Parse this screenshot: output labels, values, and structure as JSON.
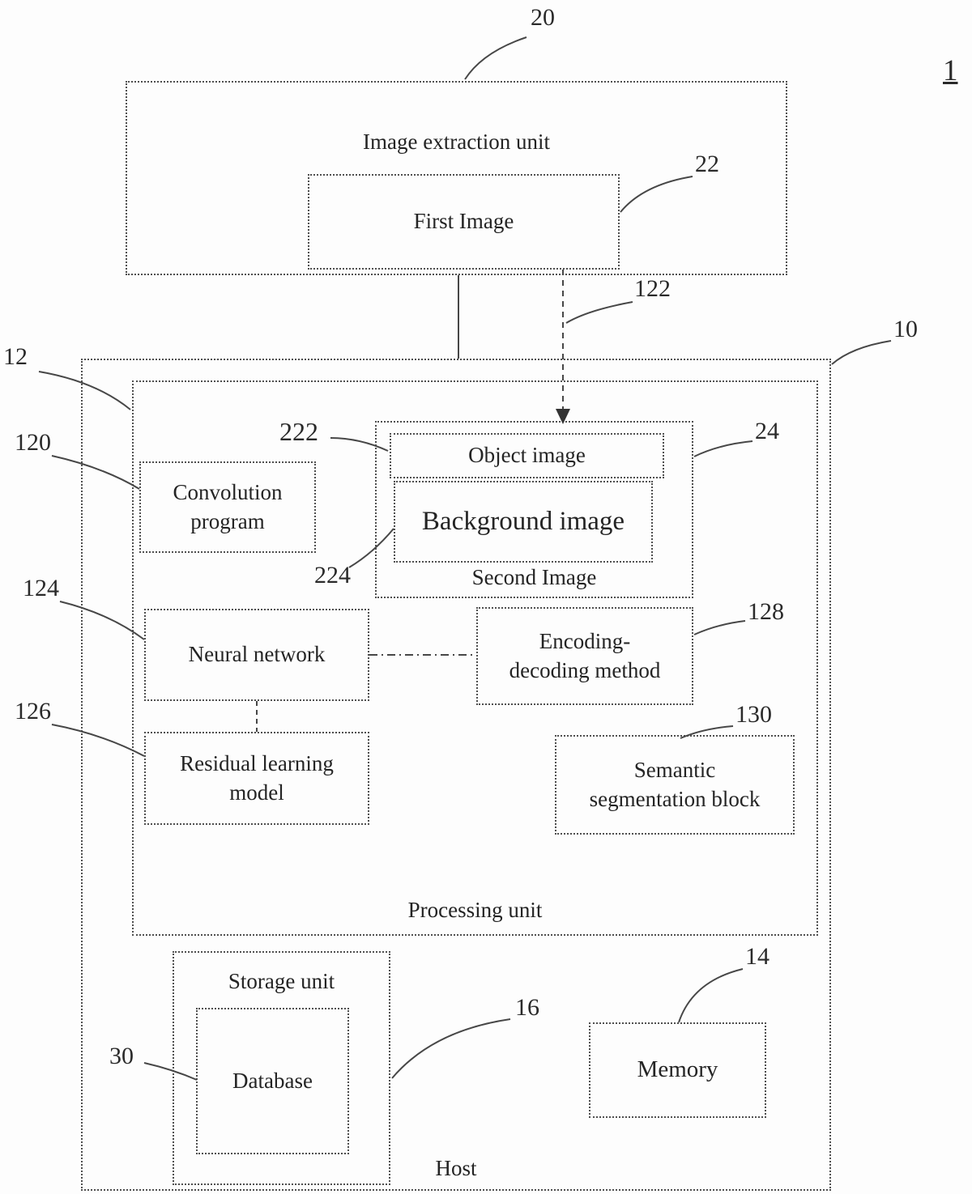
{
  "figure": {
    "number": "1",
    "host_label": "Host",
    "processing_label": "Processing unit"
  },
  "nodes": {
    "image_extraction_unit": "Image extraction unit",
    "first_image": "First Image",
    "object_image": "Object image",
    "background_image": "Background image",
    "second_image": "Second Image",
    "convolution_program": "Convolution\nprogram",
    "neural_network": "Neural network",
    "encoding_decoding": "Encoding-\ndecoding method",
    "residual_learning": "Residual learning\nmodel",
    "semantic_segmentation": "Semantic\nsegmentation block",
    "storage_unit": "Storage unit",
    "database": "Database",
    "memory": "Memory"
  },
  "refs": {
    "r10": "10",
    "r12": "12",
    "r14": "14",
    "r16": "16",
    "r20": "20",
    "r22": "22",
    "r24": "24",
    "r30": "30",
    "r120": "120",
    "r122": "122",
    "r124": "124",
    "r126": "126",
    "r128": "128",
    "r130": "130",
    "r222": "222",
    "r224": "224"
  }
}
